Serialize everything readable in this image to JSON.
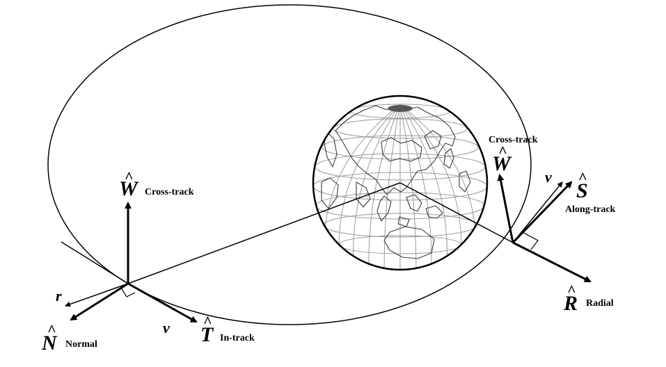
{
  "left_frame": {
    "cross_track_symbol": "W",
    "cross_track_label": "Cross-track",
    "r_symbol": "r",
    "normal_symbol": "N",
    "normal_label": "Normal",
    "v_symbol": "v",
    "in_track_symbol": "T",
    "in_track_label": "In-track"
  },
  "right_frame": {
    "cross_track_label": "Cross-track",
    "cross_track_symbol": "W",
    "v_symbol": "v",
    "along_track_symbol": "S",
    "along_track_label": "Along-track",
    "radial_symbol": "R",
    "radial_label": "Radial"
  },
  "colors": {
    "stroke": "#000000",
    "grid": "#9a9a9a",
    "background": "#ffffff"
  }
}
